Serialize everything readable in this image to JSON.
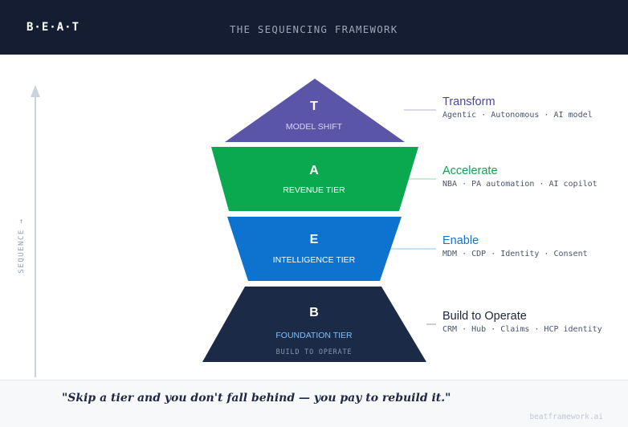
{
  "header": {
    "logo": "B·E·A·T",
    "title": "THE SEQUENCING FRAMEWORK"
  },
  "axis": {
    "label": "SEQUENCE →"
  },
  "tiers": [
    {
      "letter": "T",
      "name": "MODEL SHIFT",
      "title": "Transform",
      "items": "Agentic · Autonomous · AI model",
      "color": "#5b55a8",
      "name_color": "#d9d6f3",
      "title_color": "#4b45a0"
    },
    {
      "letter": "A",
      "name": "REVENUE TIER",
      "title": "Accelerate",
      "items": "NBA · PA automation · AI copilot",
      "color": "#0aa84f",
      "name_color": "#ffffff",
      "title_color": "#13a04e"
    },
    {
      "letter": "E",
      "name": "INTELLIGENCE TIER",
      "title": "Enable",
      "items": "MDM · CDP · Identity · Consent",
      "color": "#0d73cf",
      "name_color": "#ffffff",
      "title_color": "#1575c8"
    },
    {
      "letter": "B",
      "name": "FOUNDATION TIER",
      "subtitle": "BUILD TO OPERATE",
      "title": "Build to Operate",
      "items": "CRM · Hub · Claims · HCP identity",
      "color": "#1b2a47",
      "name_color": "#7fc0f5",
      "sub_color": "#8a96ab",
      "title_color": "#1b2438"
    }
  ],
  "footer": {
    "quote": "\"Skip a tier and you don't fall behind — you pay to rebuild it.\"",
    "site": "beatframework.ai"
  }
}
